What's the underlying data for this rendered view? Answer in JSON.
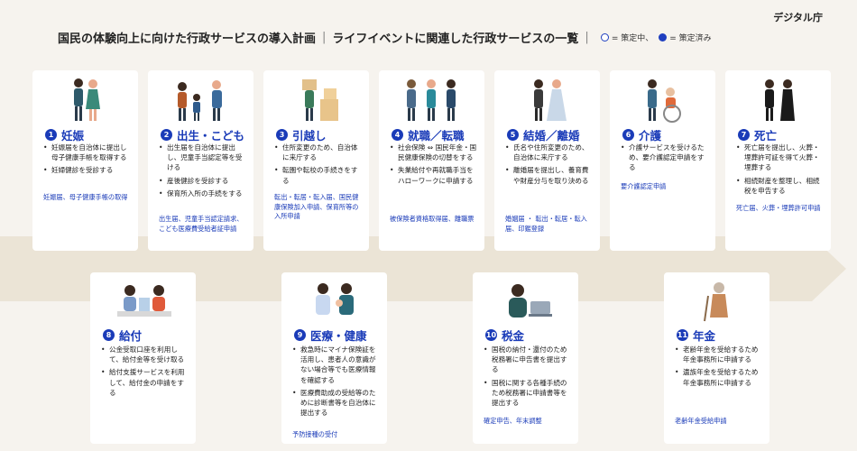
{
  "brand": "デジタル庁",
  "header": {
    "title": "国民の体験向上に向けた行政サービスの導入計画",
    "separator": "|",
    "subtitle": "ライフイベントに関連した行政サービスの一覧",
    "legend_open": "= 策定中、",
    "legend_filled": "= 策定済み",
    "colors": {
      "accent": "#1a3bb8",
      "band": "#ebe4d6"
    }
  },
  "events": [
    {
      "num": "1",
      "title": "妊娠",
      "items": [
        "妊娠届を自治体に提出し母子健康手帳を取得する",
        "妊婦健診を受診する"
      ],
      "docs": "妊娠届、母子健康手帳の取得"
    },
    {
      "num": "2",
      "title": "出生・こども",
      "items": [
        "出生届を自治体に提出し、児童手当認定等を受ける",
        "産後健診を受診する",
        "保育所入所の手続をする"
      ],
      "docs": "出生届、児童手当認定請求、こども医療費受給者証申請"
    },
    {
      "num": "3",
      "title": "引越し",
      "items": [
        "住所変更のため、自治体に来庁する",
        "転園や転校の手続きをする"
      ],
      "docs": "転出・転居・転入届、国民健康保険加入申請、保育所等の入所申請"
    },
    {
      "num": "4",
      "title": "就職／転職",
      "items": [
        "社会保険 ⇔ 国民年金・国民健康保険の切替をする",
        "失業給付や再就職手当をハローワークに申請する"
      ],
      "docs": "被保険者資格取得届、離職票"
    },
    {
      "num": "5",
      "title": "結婚／離婚",
      "items": [
        "氏名や住所変更のため、自治体に来庁する",
        "離婚届を提出し、養育費や財産分与を取り決める"
      ],
      "docs": "婚姻届 ・ 転出・転居・転入届、印鑑登録"
    },
    {
      "num": "6",
      "title": "介護",
      "items": [
        "介護サービスを受けるため、要介護認定申請をする"
      ],
      "docs": "要介護認定申請"
    },
    {
      "num": "7",
      "title": "死亡",
      "items": [
        "死亡届を提出し、火葬・埋葬許可証を得て火葬・埋葬する",
        "相続財産を整理し、相続税を申告する"
      ],
      "docs": "死亡届、火葬・埋葬許可申請"
    },
    {
      "num": "8",
      "title": "給付",
      "items": [
        "公金受取口座を利用して、給付金等を受け取る",
        "給付支援サービスを利用して、給付金の申請をする"
      ],
      "docs": ""
    },
    {
      "num": "9",
      "title": "医療・健康",
      "items": [
        "救急時にマイナ保険証を活用し、患者人の意識がない場合等でも医療情報を確認する",
        "医療費助成の受給等のために診断書等を自治体に提出する"
      ],
      "docs": "予防接種の受付"
    },
    {
      "num": "10",
      "title": "税金",
      "items": [
        "国税の納付・還付のため税務署に申告書を提出する",
        "国税に関する各種手続のため税務署に申請書等を提出する"
      ],
      "docs": "確定申告、年末調整"
    },
    {
      "num": "11",
      "title": "年金",
      "items": [
        "老齢年金を受給するため年金事務所に申請する",
        "遺族年金を受給するため年金事務所に申請する"
      ],
      "docs": "老齢年金受給申請"
    }
  ]
}
